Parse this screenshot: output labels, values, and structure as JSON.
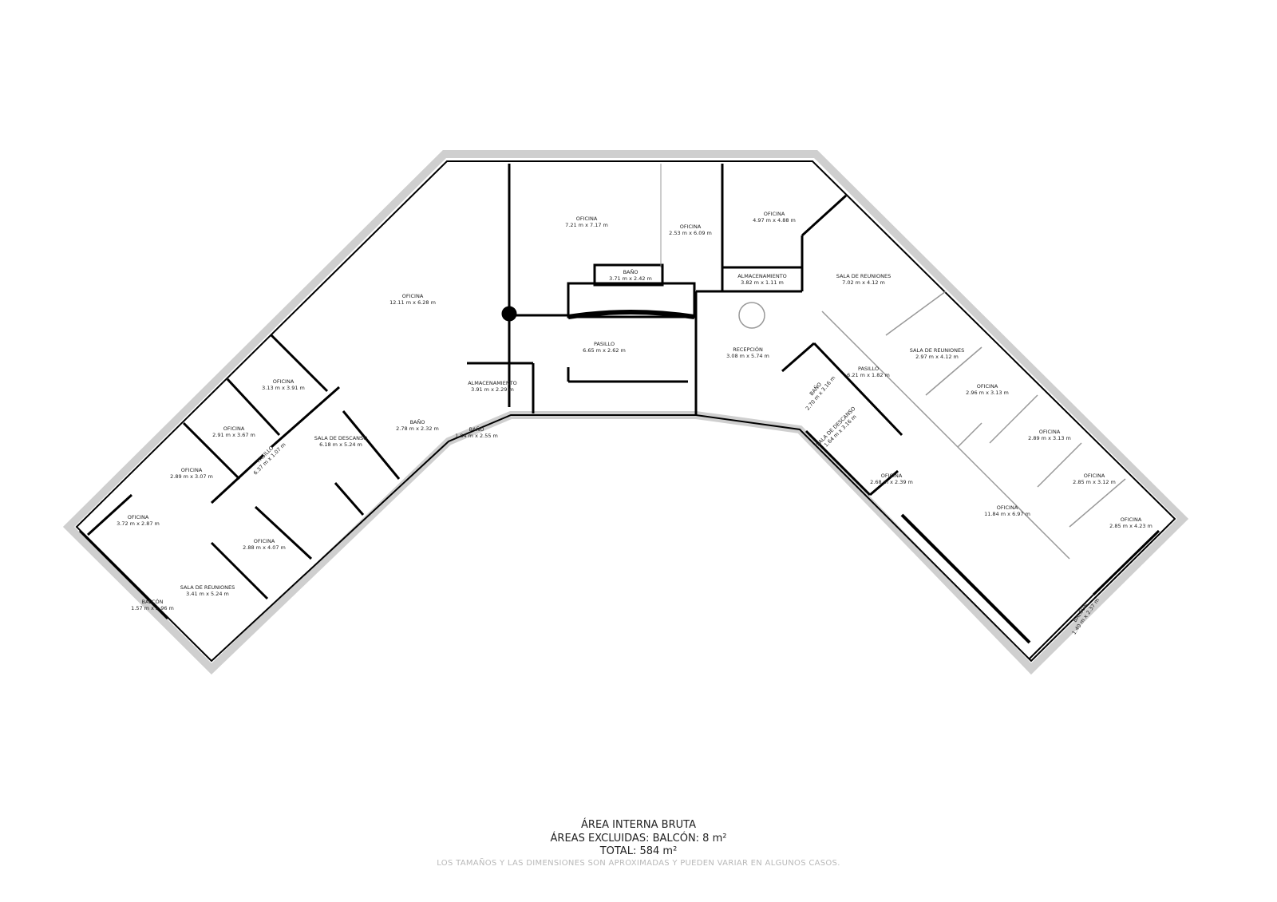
{
  "rooms": [
    {
      "name": "OFICINA",
      "dims": "12.11 m x 6.28 m"
    },
    {
      "name": "OFICINA",
      "dims": "7.21 m x 7.17 m"
    },
    {
      "name": "OFICINA",
      "dims": "2.53 m x 6.09 m"
    },
    {
      "name": "OFICINA",
      "dims": "4.97 m x 4.88 m"
    },
    {
      "name": "BAÑO",
      "dims": "3.71 m x 2.42 m"
    },
    {
      "name": "ALMACENAMIENTO",
      "dims": "3.82 m x 1.11 m"
    },
    {
      "name": "SALA DE REUNIONES",
      "dims": "7.02 m x 4.12 m"
    },
    {
      "name": "PASILLO",
      "dims": "6.65 m x 2.62 m"
    },
    {
      "name": "RECEPCIÓN",
      "dims": "3.08 m x 5.74 m"
    },
    {
      "name": "ALMACENAMIENTO",
      "dims": "3.91 m x 2.29 m"
    },
    {
      "name": "BAÑO",
      "dims": "2.78 m x 2.32 m"
    },
    {
      "name": "BAÑO",
      "dims": "1.84 m x 2.55 m"
    },
    {
      "name": "SALA DE REUNIONES",
      "dims": "2.97 m x 4.12 m"
    },
    {
      "name": "PASILLO",
      "dims": "6.21 m x 1.82 m"
    },
    {
      "name": "OFICINA",
      "dims": "2.96 m x 3.13 m"
    },
    {
      "name": "OFICINA",
      "dims": "2.89 m x 3.13 m"
    },
    {
      "name": "OFICINA",
      "dims": "2.85 m x 3.12 m"
    },
    {
      "name": "OFICINA",
      "dims": "2.85 m x 4.23 m"
    },
    {
      "name": "OFICINA",
      "dims": "11.84 m x 6.97 m"
    },
    {
      "name": "OFICINA",
      "dims": "2.68 m x 2.39 m"
    },
    {
      "name": "BAÑO",
      "dims": "2.70 m x 3.16 m"
    },
    {
      "name": "SALA DE DESCANSO",
      "dims": "1.64 m x 3.16 m"
    },
    {
      "name": "OFICINA",
      "dims": "3.13 m x 3.91 m"
    },
    {
      "name": "OFICINA",
      "dims": "2.91 m x 3.67 m"
    },
    {
      "name": "OFICINA",
      "dims": "2.89 m x 3.07 m"
    },
    {
      "name": "OFICINA",
      "dims": "3.72 m x 2.87 m"
    },
    {
      "name": "PASILLO",
      "dims": "6.37 m x 1.07 m"
    },
    {
      "name": "SALA DE DESCANSO",
      "dims": "6.18 m x 5.24 m"
    },
    {
      "name": "OFICINA",
      "dims": "2.88 m x 4.07 m"
    },
    {
      "name": "SALA DE REUNIONES",
      "dims": "3.41 m x 5.24 m"
    },
    {
      "name": "BALCÓN",
      "dims": "1.57 m x 2.96 m"
    },
    {
      "name": "BALCÓN",
      "dims": "1.40 m x 2.37 m"
    }
  ],
  "footer": {
    "title": "ÁREA INTERNA BRUTA",
    "excluded": "ÁREAS EXCLUIDAS: BALCÓN: 8 m²",
    "total": "TOTAL: 584 m²",
    "disclaimer": "LOS TAMAÑOS Y LAS DIMENSIONES SON APROXIMADAS Y PUEDEN VARIAR EN ALGUNOS CASOS."
  },
  "colors": {
    "wall": "#000000",
    "outline": "#cfcfcf",
    "text": "#222222",
    "disclaimer": "#b8b8b8"
  }
}
